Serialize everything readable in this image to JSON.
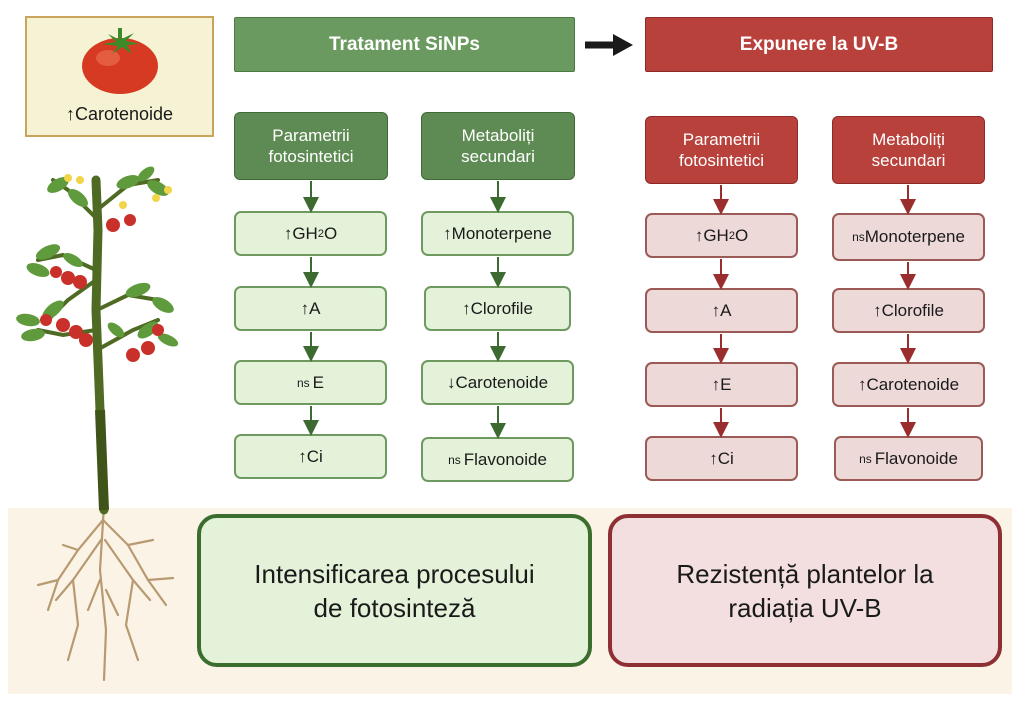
{
  "tomato_box": {
    "arrow": "↑",
    "label": "Carotenoide"
  },
  "headers": {
    "left": "Tratament SiNPs",
    "right": "Expunere la UV-B"
  },
  "sinps": {
    "col1": {
      "title_line1": "Parametrii",
      "title_line2": "fotosintetici",
      "items": [
        {
          "prefix": "↑",
          "text": "GH",
          "sub": "2",
          "suffix": "O"
        },
        {
          "prefix": "↑",
          "text": "A"
        },
        {
          "prefix": "ns",
          "text": "E"
        },
        {
          "prefix": "↑",
          "text": "Ci"
        }
      ]
    },
    "col2": {
      "title_line1": "Metaboliți",
      "title_line2": "secundari",
      "items": [
        {
          "prefix": "↑",
          "text": "Monoterpene"
        },
        {
          "prefix": "↑",
          "text": "Clorofile"
        },
        {
          "prefix": "↓",
          "text": "Carotenoide"
        },
        {
          "prefix": "ns",
          "text": "Flavonoide"
        }
      ]
    }
  },
  "uvb": {
    "col1": {
      "title_line1": "Parametrii",
      "title_line2": "fotosintetici",
      "items": [
        {
          "prefix": "↑",
          "text": "GH",
          "sub": "2",
          "suffix": "O"
        },
        {
          "prefix": "↑",
          "text": "A"
        },
        {
          "prefix": "↑",
          "text": "E"
        },
        {
          "prefix": "↑",
          "text": "Ci"
        }
      ]
    },
    "col2": {
      "title_line1": "Metaboliți",
      "title_line2": "secundari",
      "items": [
        {
          "prefix": "ns",
          "text": "Monoterpene"
        },
        {
          "prefix": "↑",
          "text": "Clorofile"
        },
        {
          "prefix": "↑",
          "text": "Carotenoide"
        },
        {
          "prefix": "ns",
          "text": "Flavonoide"
        }
      ]
    }
  },
  "outcomes": {
    "left_line1": "Intensificarea procesului",
    "left_line2": "de fotosinteză",
    "right_line1": "Rezistență plantelor la",
    "right_line2": "radiația UV-B"
  },
  "colors": {
    "green_dark": "#5e8b53",
    "green_light": "#e3f2d9",
    "red_dark": "#b9413c",
    "red_light": "#eed9d9",
    "arrow_green": "#3c6a30",
    "arrow_red": "#9a2e2e"
  },
  "icons": [
    "tomato-icon",
    "tomato-plant-icon",
    "right-arrow-icon",
    "down-arrow-icon"
  ]
}
